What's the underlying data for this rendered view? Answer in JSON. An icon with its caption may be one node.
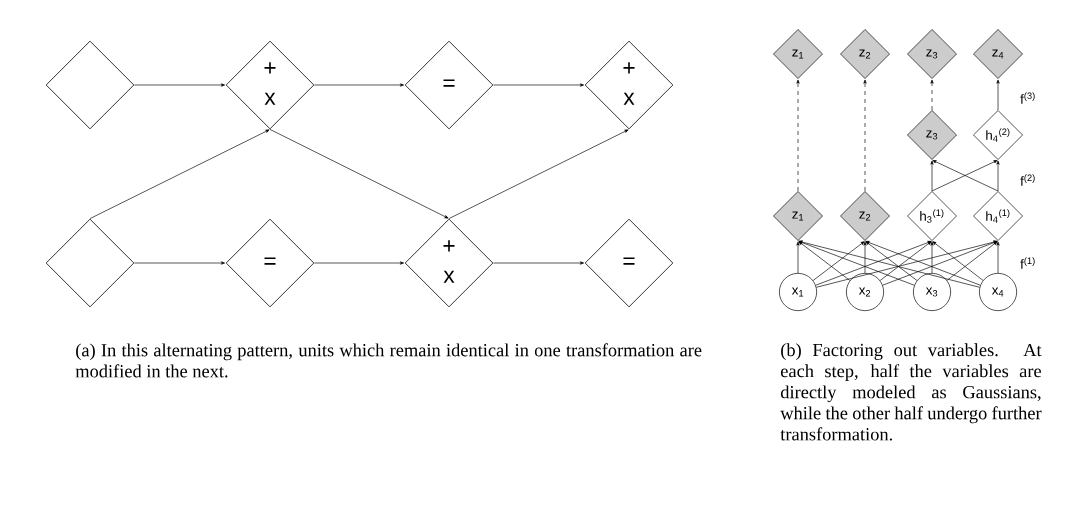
{
  "diagram": {
    "nodes": [
      {
        "text": [],
        "shape": "diamond"
      },
      {
        "text": [
          "+",
          "x"
        ]
      },
      {
        "text": [
          "="
        ]
      },
      {
        "text": [
          "+",
          "x"
        ]
      },
      {
        "text": [],
        "shape": "diamond"
      },
      {
        "text": [
          "="
        ]
      },
      {
        "text": [
          "+",
          "x"
        ]
      },
      {
        "text": [
          "="
        ]
      },
      {
        "text": [
          "z$_{1}$"
        ]
      },
      {
        "text": [
          "z$_{2}$"
        ]
      },
      {
        "text": [
          "z$_{3}$"
        ]
      },
      {
        "text": [
          "z$_{4}$"
        ]
      },
      {
        "text": [
          "z$_{3}$"
        ]
      },
      {
        "text": [
          "h$_{4}$$^{(2)}$"
        ]
      },
      {
        "text": [
          "z$_{1}$"
        ]
      },
      {
        "text": [
          "z$_{2}$"
        ]
      },
      {
        "text": [
          "h$_{3}$$^{(1)}$"
        ]
      },
      {
        "text": [
          "h$_{4}$$^{(1)}$"
        ]
      },
      {
        "text": [
          "x$_{1}$"
        ]
      },
      {
        "text": [
          "x$_{2}$"
        ]
      },
      {
        "text": [
          "x$_{3}$"
        ]
      },
      {
        "text": [
          "x$_{4}$"
        ]
      }
    ],
    "edges": [
      {
        "from": 0,
        "to": 1,
        "arrow": "to"
      },
      {
        "from": 1,
        "to": 2,
        "arrow": "to"
      },
      {
        "from": 2,
        "to": 3,
        "arrow": "to"
      },
      {
        "from": 4,
        "to": 5,
        "arrow": "to"
      },
      {
        "from": 5,
        "to": 6,
        "arrow": "to"
      },
      {
        "from": 6,
        "to": 7,
        "arrow": "to"
      },
      {
        "from": 4,
        "to": 1,
        "arrow": "to"
      },
      {
        "from": 1,
        "to": 6,
        "arrow": "to"
      },
      {
        "from": 6,
        "to": 3,
        "arrow": "to"
      },
      {
        "from": 14,
        "to": 8,
        "arrow": "to",
        "style": "dashed"
      },
      {
        "from": 15,
        "to": 9,
        "arrow": "to",
        "style": "dashed"
      },
      {
        "from": 12,
        "to": 10,
        "arrow": "to",
        "style": "dashed"
      },
      {
        "from": 13,
        "to": 11,
        "arrow": "to"
      },
      {
        "from": 16,
        "to": 12,
        "arrow": "to"
      },
      {
        "from": 16,
        "to": 13,
        "arrow": "to"
      },
      {
        "from": 17,
        "to": 12,
        "arrow": "to"
      },
      {
        "from": 17,
        "to": 13,
        "arrow": "to"
      },
      {
        "from": 18,
        "to": 14,
        "arrow": "to"
      },
      {
        "from": 18,
        "to": 15,
        "arrow": "to"
      },
      {
        "from": 18,
        "to": 16,
        "arrow": "to"
      },
      {
        "from": 18,
        "to": 17,
        "arrow": "to"
      },
      {
        "from": 19,
        "to": 14,
        "arrow": "to"
      },
      {
        "from": 19,
        "to": 15,
        "arrow": "to"
      },
      {
        "from": 19,
        "to": 16,
        "arrow": "to"
      },
      {
        "from": 19,
        "to": 17,
        "arrow": "to"
      },
      {
        "from": 20,
        "to": 14,
        "arrow": "to"
      },
      {
        "from": 20,
        "to": 15,
        "arrow": "to"
      },
      {
        "from": 20,
        "to": 16,
        "arrow": "to"
      },
      {
        "from": 20,
        "to": 17,
        "arrow": "to"
      },
      {
        "from": 21,
        "to": 14,
        "arrow": "to"
      },
      {
        "from": 21,
        "to": 15,
        "arrow": "to"
      },
      {
        "from": 21,
        "to": 16,
        "arrow": "to"
      },
      {
        "from": 21,
        "to": 17,
        "arrow": "to"
      }
    ],
    "labels": [
      "f$^{(3)}$",
      "f$^{(2)}$",
      "f$^{(1)}$",
      "(a) In this alternating pattern, units which remain identical in one transformation are modified in the next.",
      "(b) Factoring out variables. At each step, half the variables are directly modeled as Gaussians, while the other half undergo further transformation."
    ]
  }
}
